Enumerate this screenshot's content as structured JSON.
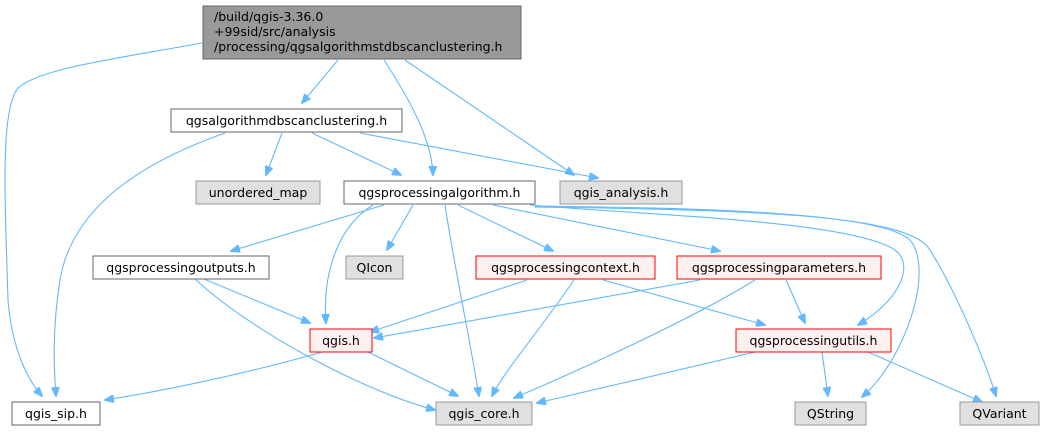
{
  "colors": {
    "edge": "#63b8ff",
    "root_fill": "#999999",
    "root_border": "#666666",
    "plain_fill": "#ffffff",
    "plain_border": "#666666",
    "external_fill": "#e0e0e0",
    "external_border": "#999999",
    "red_fill": "#fff0f0",
    "red_border": "#ff0000"
  },
  "nodes": [
    {
      "id": "root",
      "style": "root",
      "lines": [
        "/build/qgis-3.36.0",
        "+99sid/src/analysis",
        "/processing/qgsalgorithmstdbscanclustering.h"
      ]
    },
    {
      "id": "dbscan",
      "style": "plain",
      "lines": [
        "qgsalgorithmdbscanclustering.h"
      ]
    },
    {
      "id": "unordered_map",
      "style": "external",
      "lines": [
        "unordered_map"
      ]
    },
    {
      "id": "procalg",
      "style": "plain",
      "lines": [
        "qgsprocessingalgorithm.h"
      ]
    },
    {
      "id": "analysis",
      "style": "external",
      "lines": [
        "qgis_analysis.h"
      ]
    },
    {
      "id": "outputs",
      "style": "plain",
      "lines": [
        "qgsprocessingoutputs.h"
      ]
    },
    {
      "id": "qicon",
      "style": "external",
      "lines": [
        "QIcon"
      ]
    },
    {
      "id": "context",
      "style": "red",
      "lines": [
        "qgsprocessingcontext.h"
      ]
    },
    {
      "id": "params",
      "style": "red",
      "lines": [
        "qgsprocessingparameters.h"
      ]
    },
    {
      "id": "qgis",
      "style": "red",
      "lines": [
        "qgis.h"
      ]
    },
    {
      "id": "utils",
      "style": "red",
      "lines": [
        "qgsprocessingutils.h"
      ]
    },
    {
      "id": "sip",
      "style": "plain",
      "lines": [
        "qgis_sip.h"
      ]
    },
    {
      "id": "core",
      "style": "external",
      "lines": [
        "qgis_core.h"
      ]
    },
    {
      "id": "qstring",
      "style": "external",
      "lines": [
        "QString"
      ]
    },
    {
      "id": "qvariant",
      "style": "external",
      "lines": [
        "QVariant"
      ]
    }
  ],
  "edges": [
    [
      "root",
      "dbscan"
    ],
    [
      "root",
      "procalg"
    ],
    [
      "root",
      "analysis"
    ],
    [
      "root",
      "sip"
    ],
    [
      "dbscan",
      "unordered_map"
    ],
    [
      "dbscan",
      "procalg"
    ],
    [
      "dbscan",
      "analysis"
    ],
    [
      "dbscan",
      "sip"
    ],
    [
      "procalg",
      "outputs"
    ],
    [
      "procalg",
      "qicon"
    ],
    [
      "procalg",
      "context"
    ],
    [
      "procalg",
      "params"
    ],
    [
      "procalg",
      "qgis"
    ],
    [
      "procalg",
      "core"
    ],
    [
      "procalg",
      "utils"
    ],
    [
      "procalg",
      "qstring"
    ],
    [
      "procalg",
      "qvariant"
    ],
    [
      "outputs",
      "qgis"
    ],
    [
      "outputs",
      "core"
    ],
    [
      "context",
      "qgis"
    ],
    [
      "context",
      "core"
    ],
    [
      "context",
      "utils"
    ],
    [
      "params",
      "qgis"
    ],
    [
      "params",
      "core"
    ],
    [
      "params",
      "utils"
    ],
    [
      "qgis",
      "sip"
    ],
    [
      "qgis",
      "core"
    ],
    [
      "utils",
      "core"
    ],
    [
      "utils",
      "qstring"
    ],
    [
      "utils",
      "qvariant"
    ]
  ]
}
